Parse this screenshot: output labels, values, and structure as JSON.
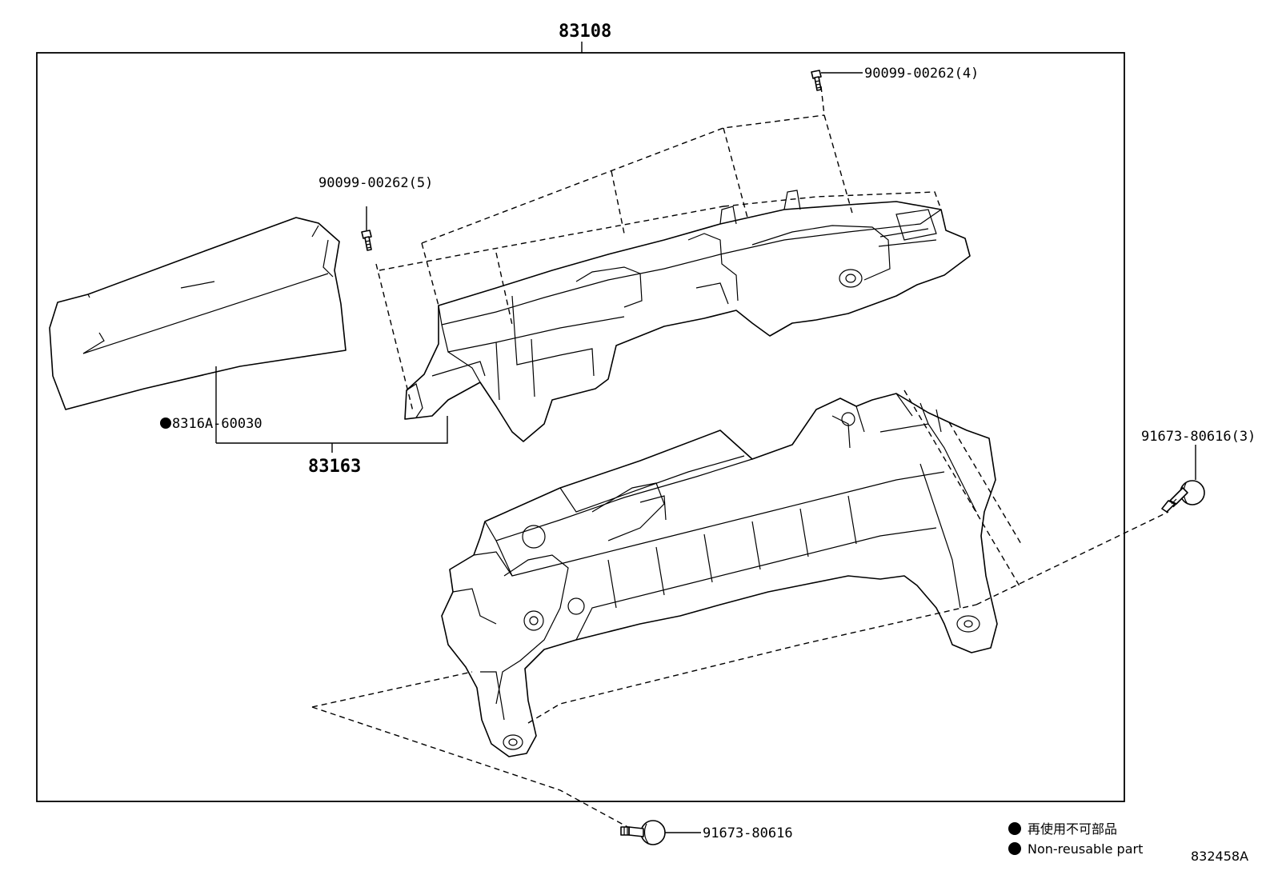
{
  "callouts": {
    "assembly": "83108",
    "bracket": "83163",
    "cover": "8316A-60030",
    "screw_upper_right": "90099-00262(4)",
    "screw_upper_left": "90099-00262(5)",
    "bolt_right": "91673-80616(3)",
    "bolt_bottom": "91673-80616"
  },
  "legend": {
    "japanese": "再使用不可部品",
    "english": "Non-reusable part"
  },
  "drawing_id": "832458A"
}
